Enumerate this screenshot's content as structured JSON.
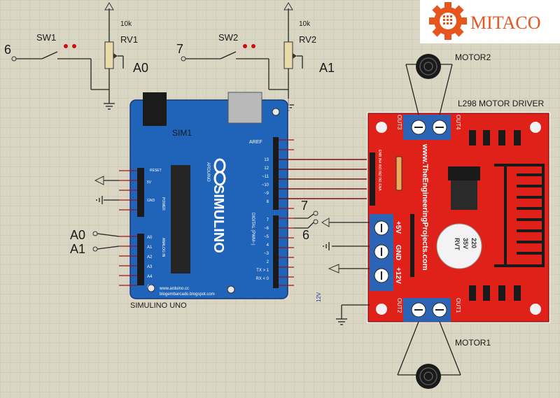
{
  "logo": {
    "text": "MITACO",
    "color": "#e8541e"
  },
  "switches": [
    {
      "name": "SW1",
      "input": "6",
      "pot": "RV1",
      "pot_value": "10k",
      "analog": "A0"
    },
    {
      "name": "SW2",
      "input": "7",
      "pot": "RV2",
      "pot_value": "10k",
      "analog": "A1"
    }
  ],
  "arduino": {
    "sim_label": "SIM1",
    "brand": "SIMULINO",
    "sub_brand": "ARDUINO",
    "footer_label": "SIMULINO UNO",
    "url1": "www.arduino.cc",
    "url2": "blogembarcado.blogspot.com",
    "aref": "AREF",
    "digital_header": "DIGITAL (PWM~)",
    "analog_header": "ANALOG IN",
    "power_header": "POWER",
    "reset_label": "RESET",
    "power_pins": [
      "5V",
      "GND"
    ],
    "analog_pins": [
      "A0",
      "A1",
      "A2",
      "A3",
      "A4",
      "A5"
    ],
    "digital_pins_top": [
      "13",
      "12",
      "~11",
      "~10",
      "~9",
      "8"
    ],
    "digital_pins_bottom": [
      "7",
      "~6",
      "~5",
      "4",
      "~3",
      "2",
      "TX > 1",
      "RX < 0"
    ],
    "colors": {
      "board": "#1f64b8",
      "pins": "#a01515"
    }
  },
  "wiring_labels": {
    "pin7": "7",
    "pin6": "6",
    "a0": "A0",
    "a1": "A1",
    "v12": "12V"
  },
  "driver": {
    "title": "L298 MOTOR DRIVER",
    "url": "www.TheEngineeringProjects.com",
    "in_pins": "ENB IN4 IN3 IN2 IN1 ENA",
    "terminals": [
      "OUT3",
      "OUT4",
      "OUT2",
      "OUT1"
    ],
    "power_labels": [
      "+5V",
      "GND",
      "+12V"
    ],
    "cap_text": [
      "220",
      "35V",
      "RVT"
    ],
    "color": "#e0211a"
  },
  "motors": [
    {
      "name": "MOTOR2"
    },
    {
      "name": "MOTOR1"
    }
  ]
}
